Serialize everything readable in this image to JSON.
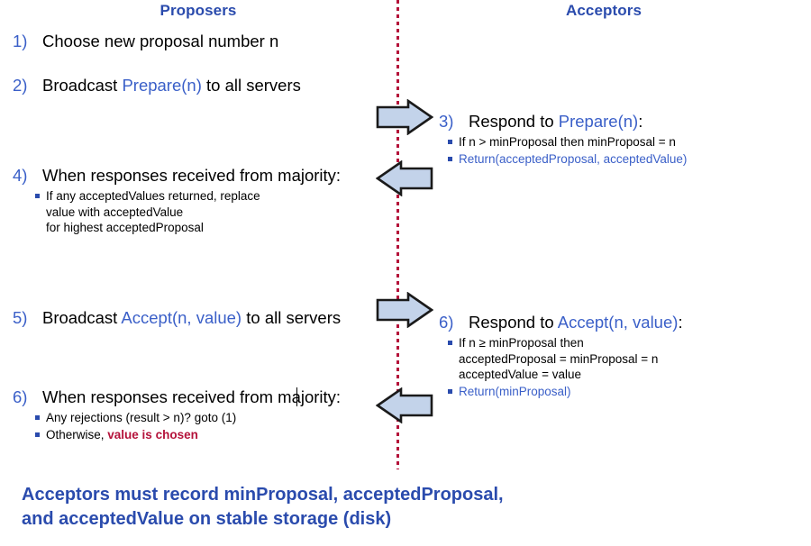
{
  "headers": {
    "proposers": "Proposers",
    "acceptors": "Acceptors"
  },
  "colors": {
    "heading_blue": "#2A4BAD",
    "keyword_blue": "#3A5FC8",
    "highlight_red": "#B4123A",
    "arrow_fill": "#C3D3EA",
    "arrow_stroke": "#1A1A1A",
    "body_black": "#000000"
  },
  "proposer_steps": [
    {
      "num": "1)",
      "text_plain": "Choose new proposal number n",
      "parts": [
        {
          "t": "Choose new proposal number n",
          "style": "plain"
        }
      ],
      "bullets": []
    },
    {
      "num": "2)",
      "text_plain": "Broadcast Prepare(n) to all servers",
      "parts": [
        {
          "t": "Broadcast ",
          "style": "plain"
        },
        {
          "t": "Prepare(n)",
          "style": "keyword"
        },
        {
          "t": " to all servers",
          "style": "plain"
        }
      ],
      "bullets": []
    },
    {
      "num": "4)",
      "text_plain": "When responses received from majority:",
      "parts": [
        {
          "t": "When responses received from majority:",
          "style": "plain"
        }
      ],
      "bullets": [
        {
          "text": "If any acceptedValues returned, replace\nvalue with acceptedValue\nfor highest acceptedProposal",
          "style": "plain"
        }
      ]
    },
    {
      "num": "5)",
      "text_plain": "Broadcast Accept(n, value) to all servers",
      "parts": [
        {
          "t": "Broadcast ",
          "style": "plain"
        },
        {
          "t": "Accept(n, value)",
          "style": "keyword"
        },
        {
          "t": " to all servers",
          "style": "plain"
        }
      ],
      "bullets": []
    },
    {
      "num": "6)",
      "text_plain": "When responses received from majority:",
      "parts": [
        {
          "t": "When responses received from majority:",
          "style": "plain"
        }
      ],
      "bullets": [
        {
          "text": "Any rejections (result > n)?  goto (1)",
          "style": "plain"
        },
        {
          "text": "Otherwise, value is chosen",
          "style": "plain-with-highlight",
          "prefix": "Otherwise, ",
          "highlight": "value is chosen"
        }
      ]
    }
  ],
  "acceptor_steps": [
    {
      "num": "3)",
      "text_plain": "Respond to Prepare(n):",
      "parts": [
        {
          "t": "Respond to ",
          "style": "plain"
        },
        {
          "t": "Prepare(n)",
          "style": "keyword"
        },
        {
          "t": ":",
          "style": "plain"
        }
      ],
      "bullets": [
        {
          "text": "If n > minProposal then minProposal = n",
          "style": "plain"
        },
        {
          "text": "Return(acceptedProposal, acceptedValue)",
          "style": "blue"
        }
      ]
    },
    {
      "num": "6)",
      "text_plain": "Respond to Accept(n, value):",
      "parts": [
        {
          "t": "Respond to ",
          "style": "plain"
        },
        {
          "t": "Accept(n, value)",
          "style": "keyword"
        },
        {
          "t": ":",
          "style": "plain"
        }
      ],
      "bullets": [
        {
          "text": "If n ≥ minProposal then\n     acceptedProposal = minProposal = n\n     acceptedValue = value",
          "style": "plain"
        },
        {
          "text": "Return(minProposal)",
          "style": "blue"
        }
      ]
    }
  ],
  "arrows": [
    {
      "name": "prepare-request-arrow",
      "direction": "right"
    },
    {
      "name": "prepare-response-arrow",
      "direction": "left"
    },
    {
      "name": "accept-request-arrow",
      "direction": "right"
    },
    {
      "name": "accept-response-arrow",
      "direction": "left"
    }
  ],
  "conclusion": {
    "line1": "Acceptors must record minProposal, acceptedProposal,",
    "line2": "and acceptedValue on stable storage (disk)"
  }
}
